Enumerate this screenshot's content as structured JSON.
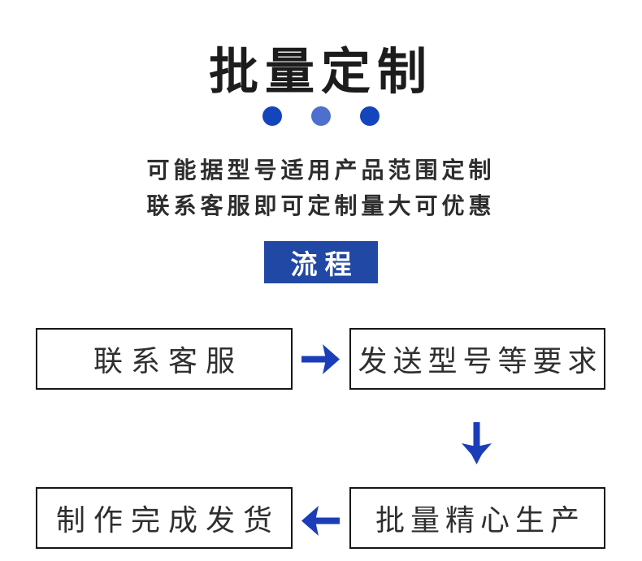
{
  "header": {
    "title": "批量定制",
    "subtitle_line1": "可能据型号适用产品范围定制",
    "subtitle_line2": "联系客服即可定制量大可优惠",
    "section_label": "流程"
  },
  "flow": {
    "steps": [
      {
        "label": "联系客服"
      },
      {
        "label": "发送型号等要求"
      },
      {
        "label": "批量精心生产"
      },
      {
        "label": "制作完成发货"
      }
    ],
    "connectors": [
      {
        "icon": "right-arrow-icon",
        "from": "联系客服",
        "to": "发送型号等要求"
      },
      {
        "icon": "down-arrow-icon",
        "from": "发送型号等要求",
        "to": "批量精心生产"
      },
      {
        "icon": "left-arrow-icon",
        "from": "批量精心生产",
        "to": "制作完成发货"
      }
    ]
  },
  "decorations": {
    "dots": [
      {
        "icon": "dot-icon",
        "color": "#1545bc"
      },
      {
        "icon": "dot-icon",
        "color": "#4d6fce"
      },
      {
        "icon": "dot-icon",
        "color": "#1545bc"
      }
    ]
  },
  "colors": {
    "arrow_blue": "#1b3eb8",
    "badge_blue": "#2148a5",
    "title_text": "#1c1c1c",
    "body_text": "#2d2d2d",
    "box_border": "#161616",
    "background": "#ffffff"
  }
}
